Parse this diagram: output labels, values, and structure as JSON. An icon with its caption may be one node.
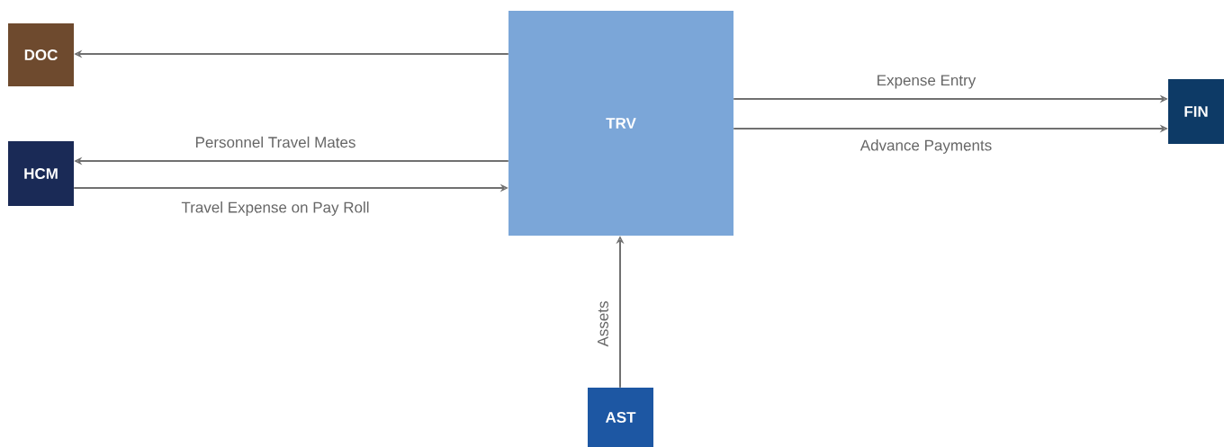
{
  "diagram": {
    "nodes": [
      {
        "text": [
          "TRV"
        ]
      },
      {
        "text": [
          "DOC"
        ]
      },
      {
        "text": [
          "HCM"
        ]
      },
      {
        "text": [
          "FIN"
        ]
      },
      {
        "text": [
          "AST"
        ]
      }
    ],
    "edges": [
      {
        "from": 0,
        "to": 1,
        "arrow": "to"
      },
      {
        "from": 0,
        "to": 2,
        "arrow": "to",
        "label": "Personnel Travel Mates"
      },
      {
        "from": 2,
        "to": 0,
        "arrow": "to",
        "label": "Travel Expense on Pay Roll"
      },
      {
        "from": 0,
        "to": 3,
        "arrow": "to",
        "label": "Expense Entry"
      },
      {
        "from": 0,
        "to": 3,
        "arrow": "to",
        "label": "Advance Payments"
      },
      {
        "from": 4,
        "to": 0,
        "arrow": "to",
        "label": "Assets"
      }
    ]
  }
}
